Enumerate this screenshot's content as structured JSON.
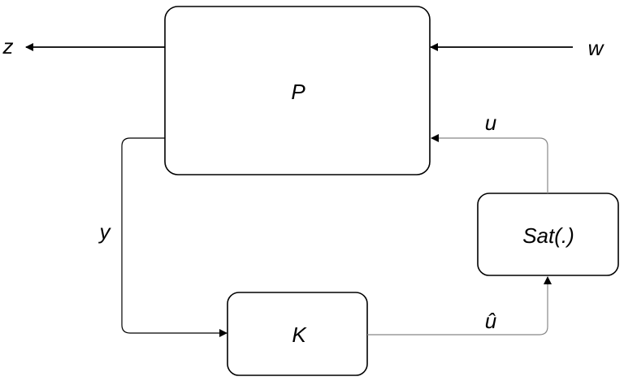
{
  "blocks": {
    "plant": "P",
    "controller": "K",
    "saturation": "Sat(.)"
  },
  "signals": {
    "performance_output": "z",
    "disturbance_input": "w",
    "control_input": "u",
    "measured_output": "y",
    "controller_output": "û"
  }
}
